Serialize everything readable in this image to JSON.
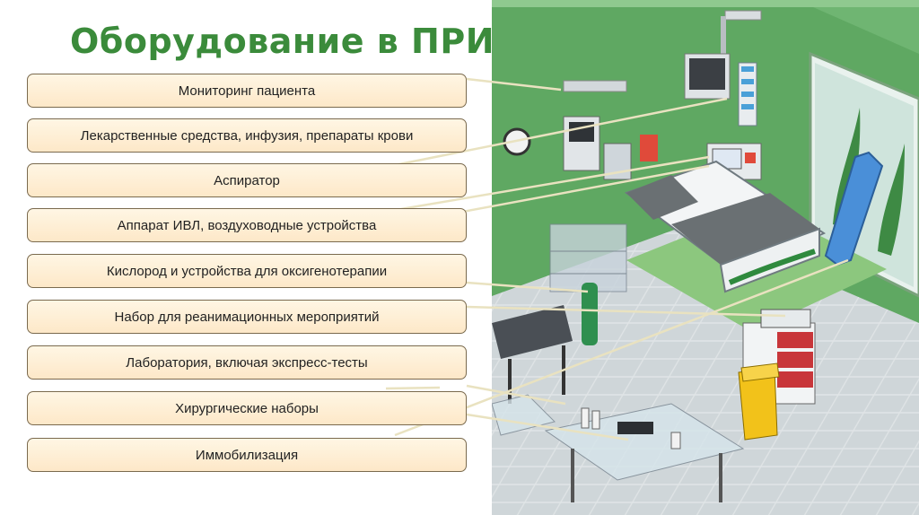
{
  "slide": {
    "title": "Оборудование в ПРИТ",
    "items": [
      {
        "label": "Мониторинг пациента"
      },
      {
        "label": "Лекарственные средства, инфузия, препараты крови"
      },
      {
        "label": "Аспиратор"
      },
      {
        "label": "Аппарат ИВЛ, воздуховодные устройства"
      },
      {
        "label": "Кислород и устройства для оксигенотерапии"
      },
      {
        "label": "Набор для реанимационных мероприятий"
      },
      {
        "label": "Лаборатория, включая экспресс-тесты"
      },
      {
        "label": "Хирургические наборы"
      },
      {
        "label": "Иммобилизация"
      }
    ]
  },
  "colors": {
    "title": "#3b8b3b",
    "box_fill": "#fdebd0",
    "box_border": "#7a6a4e",
    "wall": "#5fa862",
    "floor": "#cfd6d9"
  },
  "illustration": {
    "subject": "ICU room illustration with bed, monitors, ventilator, cart, tables, waste bin, immobilization board"
  }
}
